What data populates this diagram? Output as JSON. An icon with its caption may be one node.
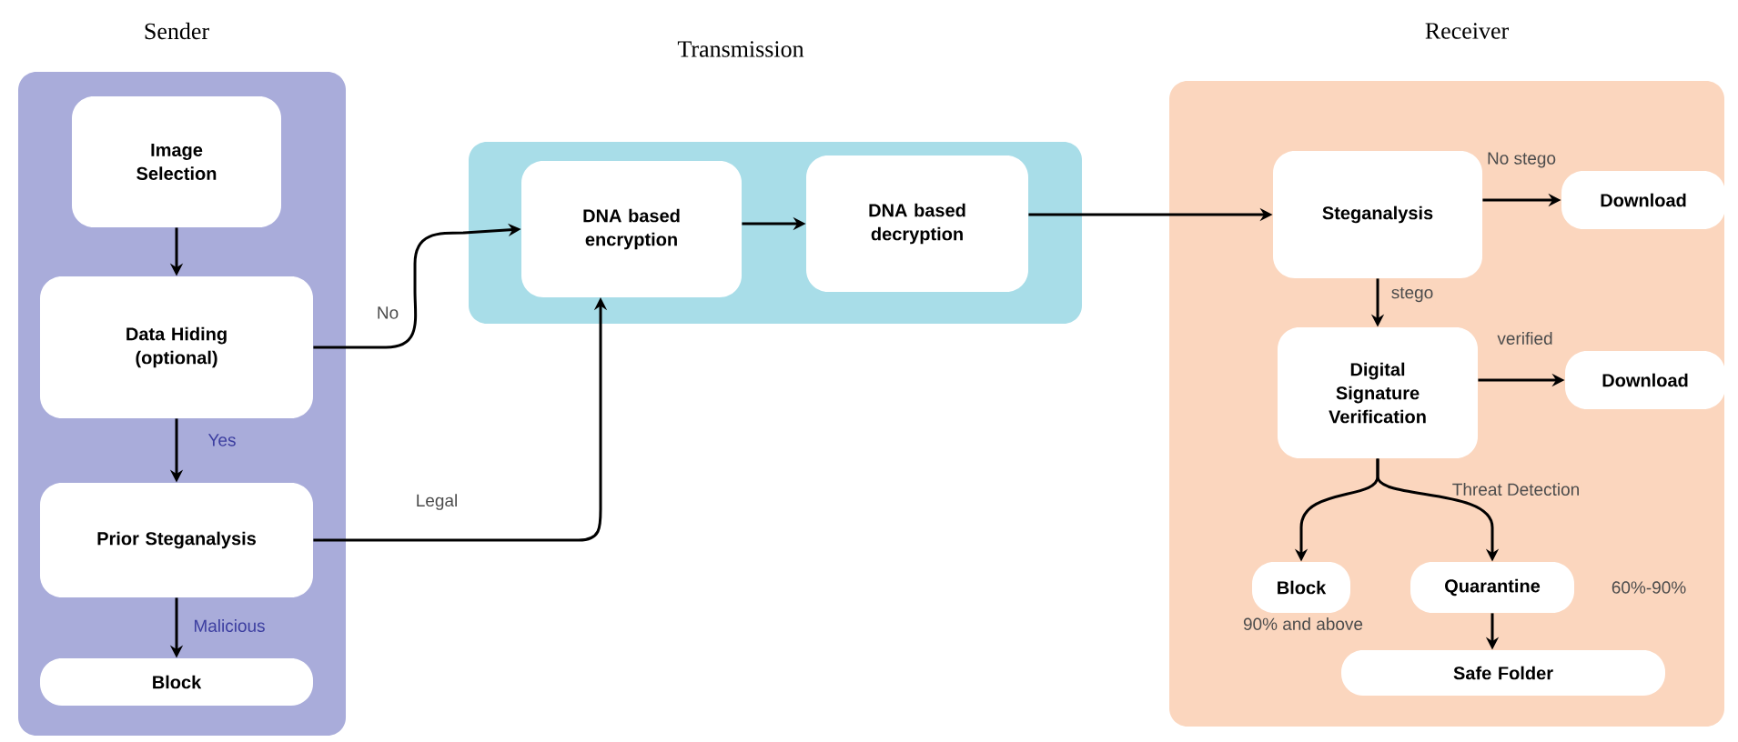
{
  "diagram": {
    "nodes": [
      {
        "text": [
          "Sender"
        ]
      },
      {
        "text": [
          "Image Selection"
        ],
        "in": 0
      },
      {
        "text": [
          "Data Hiding (optional)"
        ],
        "in": 0
      },
      {
        "text": [
          "Prior Steganalysis"
        ],
        "in": 0
      },
      {
        "text": [
          "Block"
        ],
        "in": 0
      },
      {
        "text": [
          "Transmission"
        ]
      },
      {
        "text": [
          "DNA based encryption"
        ],
        "in": 5
      },
      {
        "text": [
          "DNA based decryption"
        ],
        "in": 5
      },
      {
        "text": [
          "Receiver"
        ]
      },
      {
        "text": [
          "Steganalysis"
        ],
        "in": 8
      },
      {
        "text": [
          "Download"
        ],
        "in": 8
      },
      {
        "text": [
          "Digital Signature Verification"
        ],
        "in": 8
      },
      {
        "text": [
          "Download"
        ],
        "in": 8
      },
      {
        "text": [
          "Block"
        ],
        "in": 8,
        "beside": [
          "90% and above"
        ]
      },
      {
        "text": [
          "Quarantine"
        ],
        "in": 8,
        "beside": [
          "60%-90%"
        ]
      },
      {
        "text": [
          "Safe Folder"
        ],
        "in": 8
      }
    ],
    "edges": [
      {
        "from": 1,
        "to": 2,
        "arrow": "to"
      },
      {
        "from": 2,
        "to": 3,
        "arrow": "to",
        "label": "Yes"
      },
      {
        "from": 3,
        "to": 4,
        "arrow": "to",
        "label": "Malicious"
      },
      {
        "from": 2,
        "to": 6,
        "arrow": "to",
        "label": "No"
      },
      {
        "from": 3,
        "to": 6,
        "arrow": "to",
        "label": "Legal"
      },
      {
        "from": 6,
        "to": 7,
        "arrow": "to"
      },
      {
        "from": 7,
        "to": 9,
        "arrow": "to"
      },
      {
        "from": 9,
        "to": 10,
        "arrow": "to",
        "label": "No stego"
      },
      {
        "from": 9,
        "to": 11,
        "arrow": "to",
        "label": "stego"
      },
      {
        "from": 11,
        "to": 12,
        "arrow": "to",
        "label": "verified"
      },
      {
        "from": 11,
        "to": 13,
        "arrow": "to"
      },
      {
        "from": 11,
        "to": 14,
        "arrow": "to",
        "label": "Threat Detection"
      },
      {
        "from": 14,
        "to": 15,
        "arrow": "to"
      }
    ]
  }
}
